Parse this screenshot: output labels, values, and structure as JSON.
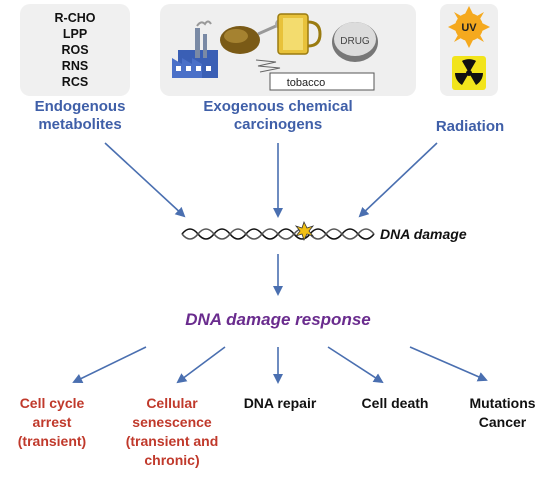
{
  "metabolites": {
    "items": [
      "R-CHO",
      "LPP",
      "ROS",
      "RNS",
      "RCS"
    ],
    "label_line1": "Endogenous",
    "label_line2": "metabolites"
  },
  "chemical": {
    "drug_label": "DRUG",
    "tobacco_label": "tobacco",
    "label_line1": "Exogenous chemical",
    "label_line2": "carcinogens"
  },
  "radiation": {
    "uv_label": "UV",
    "label": "Radiation"
  },
  "dna_damage": "DNA damage",
  "ddr": "DNA damage response",
  "outcomes": {
    "arrest": [
      "Cell cycle",
      "arrest",
      "(transient)"
    ],
    "senescence": [
      "Cellular",
      "senescence",
      "(transient and",
      "chronic)"
    ],
    "repair": [
      "DNA repair"
    ],
    "death": [
      "Cell death"
    ],
    "mutations": [
      "Mutations",
      "Cancer"
    ]
  },
  "colors": {
    "arrow": "#4a6fb0",
    "category_text": "#3f5fa8",
    "ddr_text": "#6a2c8e",
    "red_outcome": "#c0392b",
    "uv_sun": "#f5a91e",
    "radiation_bg": "#f2e41c"
  },
  "icons": [
    "factory-icon",
    "spoon-icon",
    "mug-icon",
    "drug-pill-icon",
    "sun-uv-icon",
    "radiation-trefoil-icon",
    "dna-helix-icon",
    "damage-spark-icon"
  ]
}
